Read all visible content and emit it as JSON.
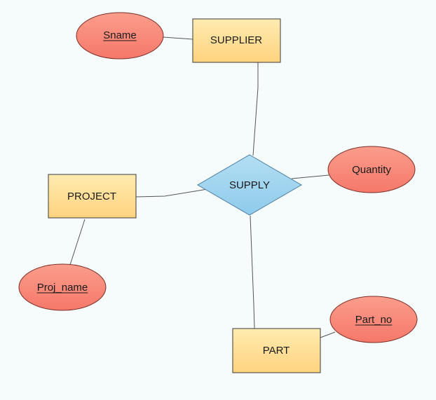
{
  "colors": {
    "entity_fill_top": "#ffe9a8",
    "entity_fill_bottom": "#ffd27a",
    "entity_stroke": "#3a3a3a",
    "attribute_fill": "#f98a7a",
    "attribute_stroke": "#7a2e26",
    "relationship_fill": "#9fd3ef",
    "relationship_stroke": "#4d7ea3",
    "line": "#555555",
    "background": "#f6fcfc"
  },
  "entities": {
    "supplier": "SUPPLIER",
    "project": "PROJECT",
    "part": "PART"
  },
  "relationship": {
    "supply": "SUPPLY"
  },
  "attributes": {
    "sname": "Sname",
    "quantity": "Quantity",
    "proj_name": "Proj_name",
    "part_no": "Part_no"
  },
  "key_attributes": [
    "sname",
    "proj_name",
    "part_no"
  ]
}
